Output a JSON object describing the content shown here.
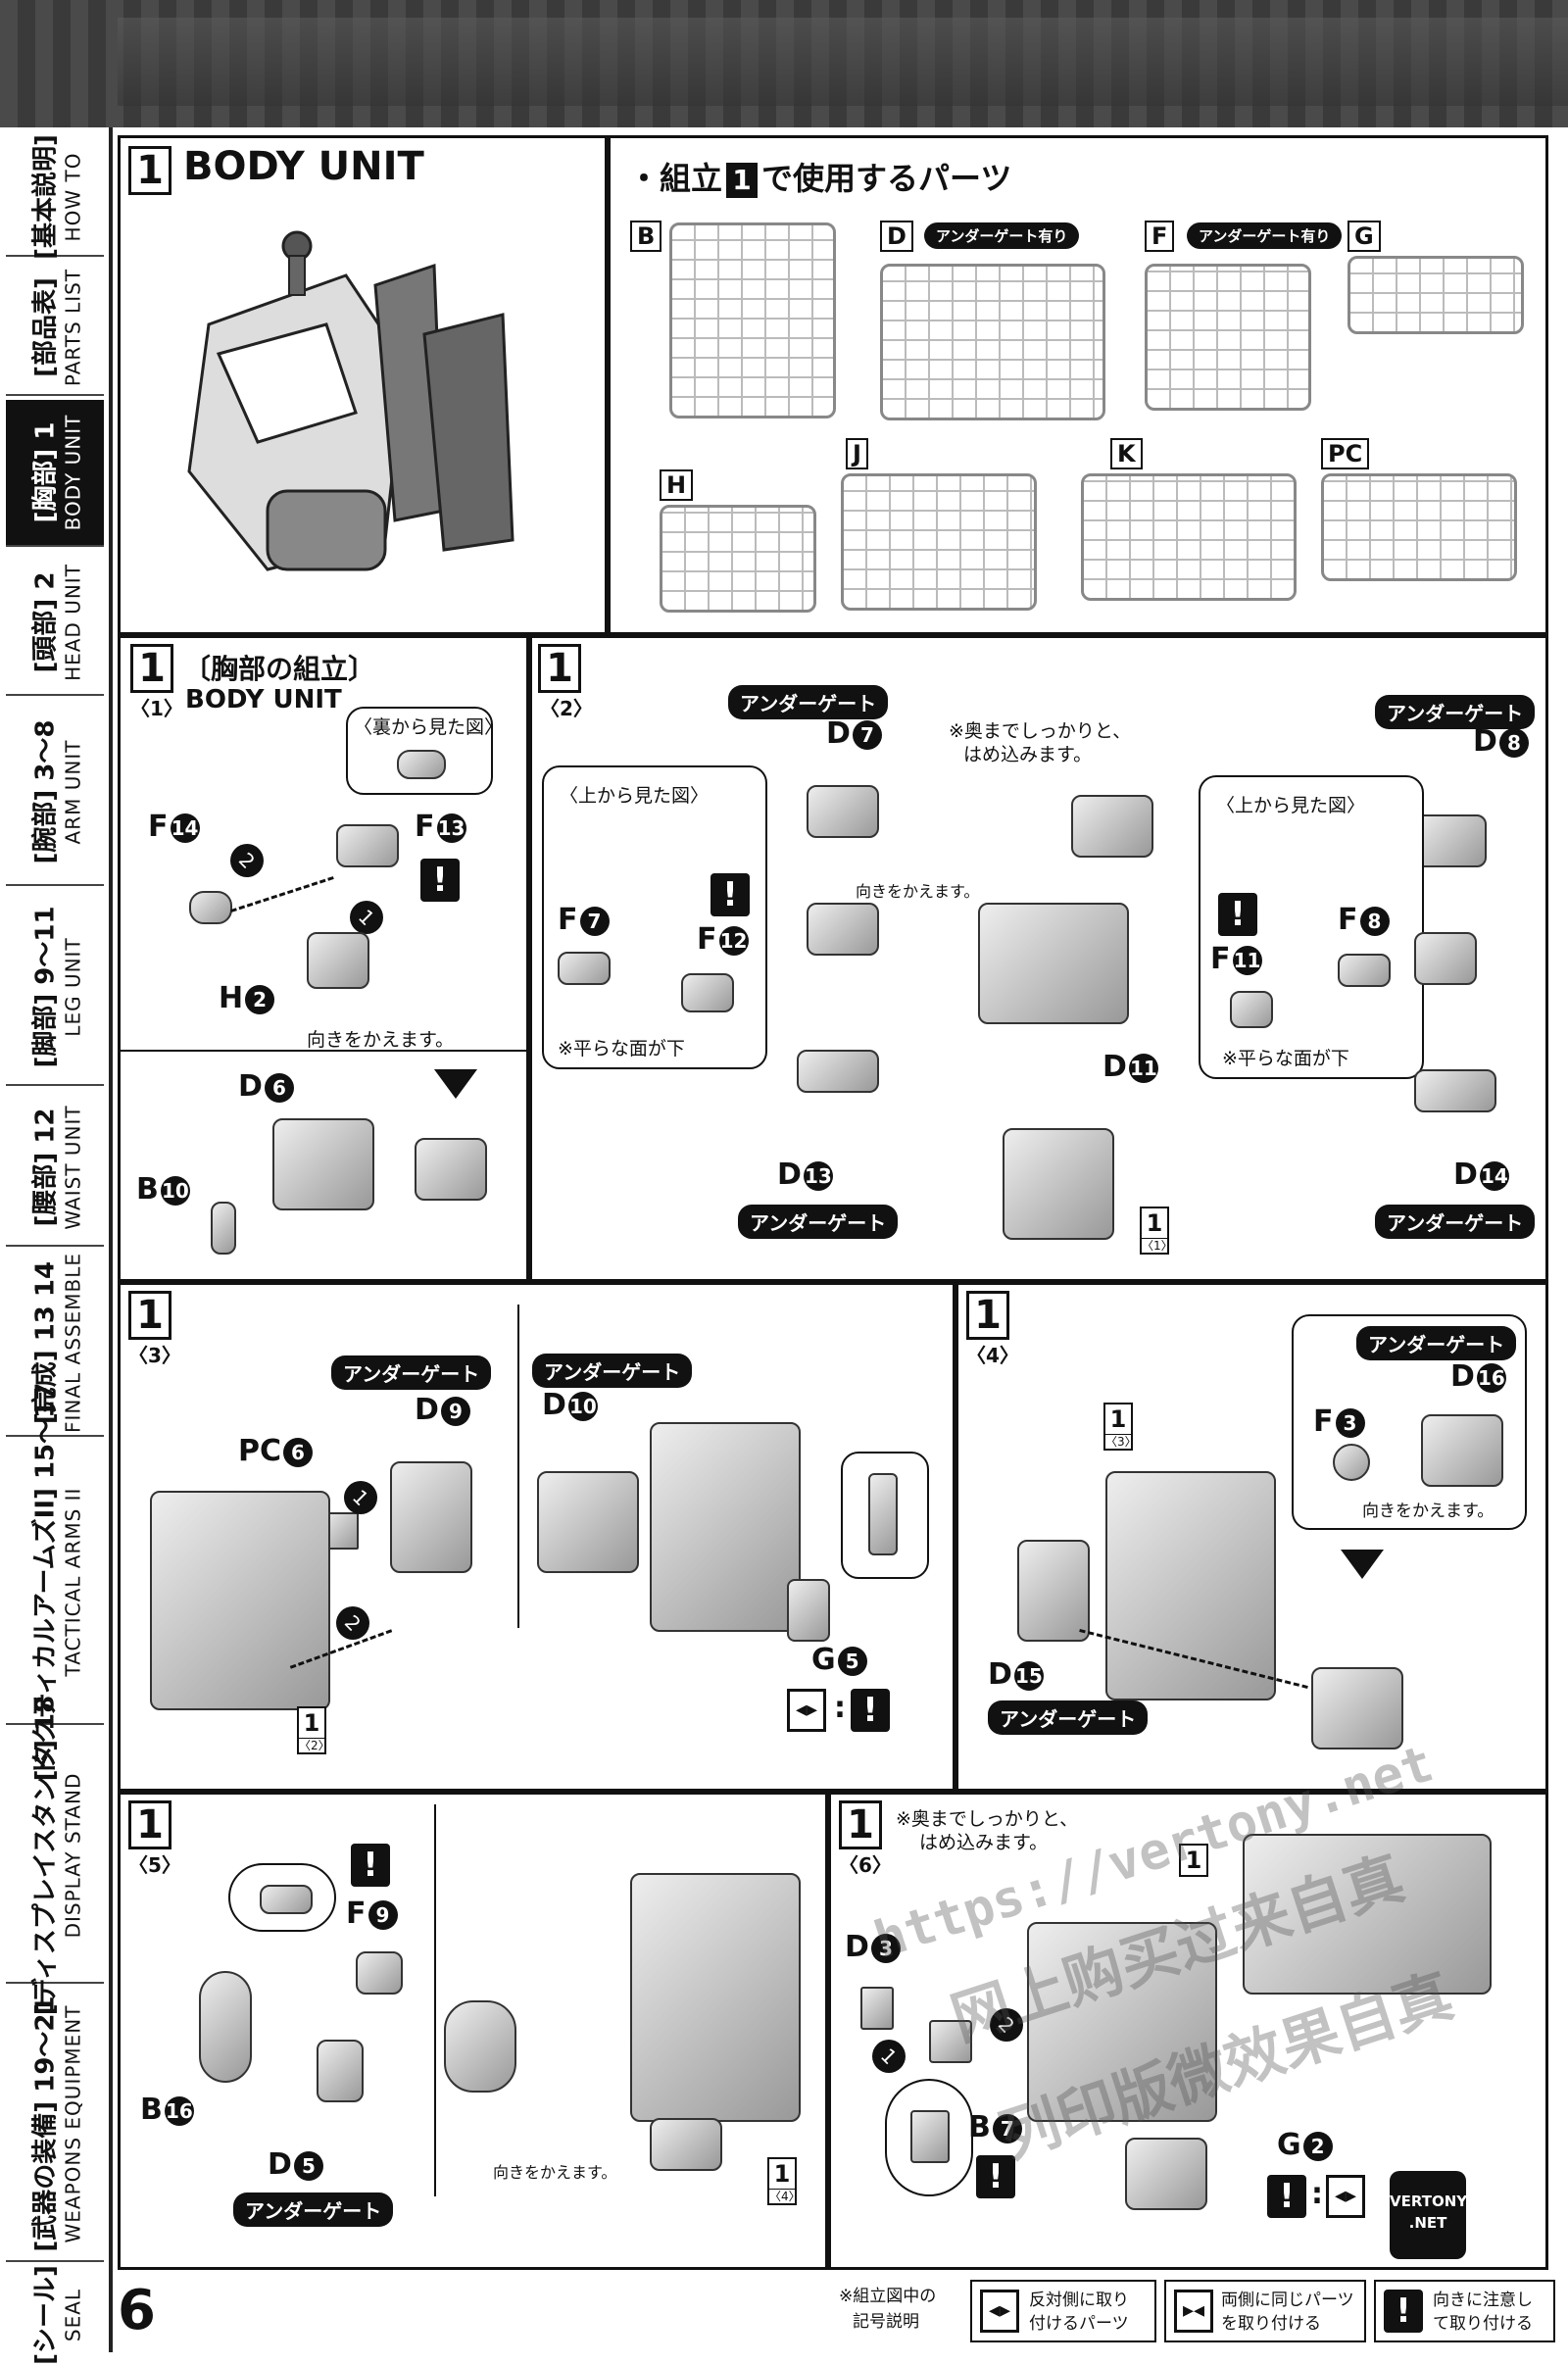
{
  "sidebar": {
    "tabs": [
      {
        "jp": "[基本説明]",
        "en": "HOW TO"
      },
      {
        "jp": "[部品表]",
        "en": "PARTS LIST"
      },
      {
        "jp": "[胸部] 1",
        "en": "BODY UNIT"
      },
      {
        "jp": "[頭部] 2",
        "en": "HEAD UNIT"
      },
      {
        "jp": "[腕部] 3〜8",
        "en": "ARM UNIT"
      },
      {
        "jp": "[脚部] 9〜11",
        "en": "LEG UNIT"
      },
      {
        "jp": "[腰部] 12",
        "en": "WAIST UNIT"
      },
      {
        "jp": "[完成] 13 14",
        "en": "FINAL ASSEMBLE"
      },
      {
        "jp": "[タクティカルアームズII] 15〜17",
        "en": "TACTICAL ARMS II"
      },
      {
        "jp": "[ディスプレイスタンド] 18",
        "en": "DISPLAY STAND"
      },
      {
        "jp": "[武器の装備] 19〜21",
        "en": "WEAPONS EQUIPMENT"
      },
      {
        "jp": "[シール]",
        "en": "SEAL"
      }
    ]
  },
  "header": {
    "step": "1",
    "title": "BODY UNIT"
  },
  "parts_panel": {
    "title": "・組立",
    "step": "1",
    "title_suffix": "で使用するパーツ",
    "runners": [
      {
        "id": "B",
        "tag": ""
      },
      {
        "id": "D",
        "tag": "アンダーゲート有り"
      },
      {
        "id": "F",
        "tag": "アンダーゲート有り"
      },
      {
        "id": "G",
        "tag": ""
      },
      {
        "id": "H",
        "tag": ""
      },
      {
        "id": "J",
        "tag": ""
      },
      {
        "id": "K",
        "tag": ""
      },
      {
        "id": "PC",
        "tag": ""
      }
    ]
  },
  "step1_1": {
    "step": "1",
    "sub": "〈1〉",
    "title": "〔胸部の組立〕",
    "subtitle": "BODY UNIT",
    "view_note": "〈裏から見た図〉",
    "turn_note": "向きをかえます。",
    "parts": {
      "f14": "F",
      "f14n": "14",
      "f13": "F",
      "f13n": "13",
      "h2": "H",
      "h2n": "2",
      "d6": "D",
      "d6n": "6",
      "b10": "B",
      "b10n": "10"
    },
    "order": [
      "2",
      "1"
    ]
  },
  "step1_2": {
    "sub": "〈2〉",
    "gate": "アンダーゲート",
    "top_view": "〈上から見た図〉",
    "flat_note": "※平らな面が下",
    "insert_note1": "※奥までしっかりと、",
    "insert_note2": "はめ込みます。",
    "turn_note": "向きをかえます。",
    "parts": {
      "d7": "D",
      "d7n": "7",
      "f7": "F",
      "f7n": "7",
      "f12": "F",
      "f12n": "12",
      "d13": "D",
      "d13n": "13",
      "d11": "D",
      "d11n": "11",
      "d8": "D",
      "d8n": "8",
      "f8": "F",
      "f8n": "8",
      "f11": "F",
      "f11n": "11",
      "d14": "D",
      "d14n": "14"
    },
    "ref": {
      "step": "1",
      "sub": "〈1〉"
    }
  },
  "step1_3": {
    "sub": "〈3〉",
    "gate": "アンダーゲート",
    "parts": {
      "pc6": "PC",
      "pc6n": "6",
      "d9": "D",
      "d9n": "9",
      "d10": "D",
      "d10n": "10",
      "g5": "G",
      "g5n": "5"
    },
    "order": [
      "1",
      "2"
    ],
    "ref": {
      "step": "1",
      "sub": "〈2〉"
    }
  },
  "step1_4": {
    "sub": "〈4〉",
    "gate": "アンダーゲート",
    "turn_note": "向きをかえます。",
    "parts": {
      "f3": "F",
      "f3n": "3",
      "d16": "D",
      "d16n": "16",
      "d15": "D",
      "d15n": "15"
    },
    "ref": {
      "step": "1",
      "sub": "〈3〉"
    }
  },
  "step1_5": {
    "sub": "〈5〉",
    "gate": "アンダーゲート",
    "turn_note": "向きをかえます。",
    "parts": {
      "f9": "F",
      "f9n": "9",
      "b16": "B",
      "b16n": "16",
      "d5": "D",
      "d5n": "5"
    },
    "ref": {
      "step": "1",
      "sub": "〈4〉"
    }
  },
  "step1_6": {
    "sub": "〈6〉",
    "insert_note1": "※奥までしっかりと、",
    "insert_note2": "はめ込みます。",
    "parts": {
      "d3": "D",
      "d3n": "3",
      "b7": "B",
      "b7n": "7",
      "g2": "G",
      "g2n": "2"
    },
    "order": [
      "2",
      "1"
    ]
  },
  "watermark": {
    "url": "https://vertony.net",
    "jp1": "网上购买过来自真",
    "jp2": "列印版微效果自真"
  },
  "logo": {
    "line1": "VERTONY",
    "line2": ".NET"
  },
  "footer": {
    "page": "6",
    "legend_title1": "※組立図中の",
    "legend_title2": "記号説明",
    "legend_a1": "反対側に取り",
    "legend_a2": "付けるパーツ",
    "legend_b1": "両側に同じパーツ",
    "legend_b2": "を取り付ける",
    "legend_c1": "向きに注意し",
    "legend_c2": "て取り付ける"
  }
}
